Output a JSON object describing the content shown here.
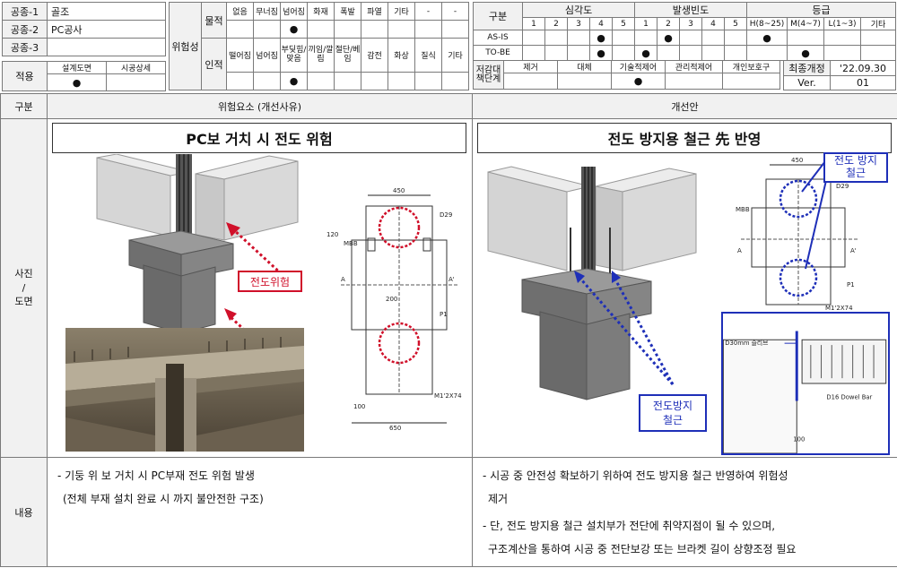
{
  "header": {
    "work_types": [
      {
        "label": "공종-1",
        "value": "골조"
      },
      {
        "label": "공종-2",
        "value": "PC공사"
      },
      {
        "label": "공종-3",
        "value": ""
      }
    ],
    "apply": {
      "label": "적용",
      "cols": [
        "설계도면",
        "시공상세"
      ],
      "marked": [
        true,
        false
      ]
    },
    "hazard": {
      "label": "위험성",
      "physical": {
        "label": "물적",
        "items": [
          "없음",
          "무너짐",
          "넘어짐",
          "화재",
          "폭발",
          "파열",
          "기타",
          "-",
          "-"
        ],
        "marked_index": 2
      },
      "human": {
        "label": "인적",
        "items": [
          "떨어짐",
          "넘어짐",
          "부딪힘/맞음",
          "끼임/깔림",
          "절단/베임",
          "감전",
          "화상",
          "질식",
          "기타"
        ],
        "marked_index": 2
      }
    },
    "assessment": {
      "label": "구분",
      "severity": {
        "label": "심각도",
        "levels": [
          "1",
          "2",
          "3",
          "4",
          "5"
        ]
      },
      "frequency": {
        "label": "발생빈도",
        "levels": [
          "1",
          "2",
          "3",
          "4",
          "5"
        ]
      },
      "grade": {
        "label": "등급",
        "levels": [
          "H(8~25)",
          "M(4~7)",
          "L(1~3)",
          "기타"
        ]
      },
      "rows": [
        {
          "label": "AS-IS",
          "severity_idx": 3,
          "frequency_idx": 1,
          "grade_idx": 0
        },
        {
          "label": "TO-BE",
          "severity_idx": 3,
          "frequency_idx": 0,
          "grade_idx": 1
        }
      ],
      "reduction": {
        "label": "저감대책단계",
        "items": [
          "제거",
          "대체",
          "기술적제어",
          "관리적제어",
          "개인보호구"
        ],
        "marked_index": 2
      },
      "revision": {
        "label": "최종개정",
        "date": "'22.09.30",
        "ver_label": "Ver.",
        "ver": "01"
      }
    }
  },
  "main": {
    "col_header": {
      "label": "구분",
      "left": "위험요소 (개선사유)",
      "right": "개선안"
    },
    "left_title": "PC보 거치 시 전도 위험",
    "right_title": "전도 방지용 철근 先 반영",
    "row_photo_label": [
      "사진",
      "/",
      "도면"
    ],
    "row_content_label": "내용",
    "left_callout": "전도위험",
    "right_callout_top": [
      "전도 방지",
      "철근"
    ],
    "right_callout_bottom": [
      "전도방지",
      "철근"
    ],
    "drawing_dims": {
      "top": "450",
      "bottom": "650",
      "d120": "120",
      "d200": "200",
      "d100": "100"
    },
    "drawing_labels": {
      "m1": "M1'2X74",
      "d29": "D29",
      "mbb": "MBB",
      "a": "A",
      "a2": "A'",
      "p1": "P1",
      "d16": "D16 Dowel Bar",
      "d30": "D30mm 슬리브"
    },
    "left_content": [
      "-  기둥 위 보 거치 시 PC부재 전도 위험 발생",
      "(전체 부재 설치 완료 시 까지 불안전한 구조)"
    ],
    "right_content": [
      "-  시공 중 안전성 확보하기 위하여 전도 방지용 철근 반영하여 위험성",
      "제거",
      "-  단, 전도 방지용 철근 설치부가 전단에 취약지점이 될 수 있으며,",
      "구조계산을 통하여 시공 중 전단보강 또는 브라켓 길이 상향조정 필요"
    ]
  }
}
